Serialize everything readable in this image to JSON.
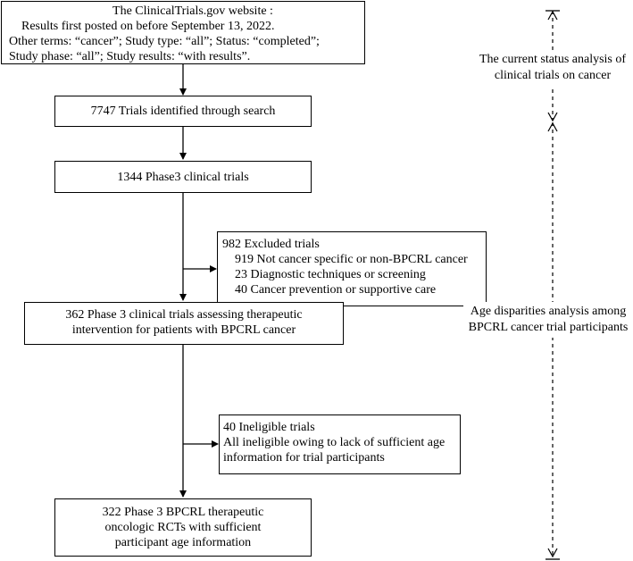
{
  "boxes": {
    "source": {
      "lines": [
        "The ClinicalTrials.gov website :",
        "Results first posted on before September 13, 2022.",
        "Other terms: “cancer”; Study type: “all”; Status: “completed”;",
        "Study phase: “all”; Study results: “with results”."
      ]
    },
    "identified": {
      "lines": [
        "7747 Trials identified through search"
      ]
    },
    "phase3": {
      "lines": [
        "1344 Phase3 clinical trials"
      ]
    },
    "excluded": {
      "lines": [
        "982 Excluded trials",
        "919 Not cancer specific or  non-BPCRL cancer",
        "23 Diagnostic techniques or screening",
        "40 Cancer prevention or supportive care"
      ]
    },
    "therapeutic": {
      "lines": [
        "362 Phase 3 clinical trials assessing therapeutic",
        "intervention for patients with BPCRL cancer"
      ]
    },
    "ineligible": {
      "lines": [
        "40 Ineligible trials",
        "All ineligible owing to lack of sufficient age",
        "information for trial participants"
      ]
    },
    "final": {
      "lines": [
        "322 Phase 3 BPCRL therapeutic",
        "oncologic RCTs with sufficient",
        "participant age information"
      ]
    }
  },
  "annotations": {
    "status_analysis": [
      "The current status analysis of",
      "clinical trials on cancer"
    ],
    "age_analysis": [
      "Age disparities analysis among",
      "BPCRL cancer trial participants"
    ]
  }
}
